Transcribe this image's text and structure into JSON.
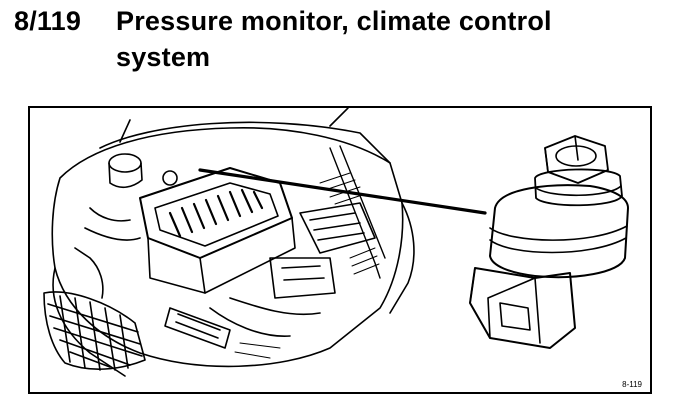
{
  "section": {
    "number": "8/119",
    "title": "Pressure monitor, climate control system"
  },
  "figure": {
    "reference": "8-119",
    "parts": {
      "engine_bay": "engine-bay-illustration",
      "sensor": "pressure-sensor-illustration",
      "leader": "leader-line"
    }
  }
}
